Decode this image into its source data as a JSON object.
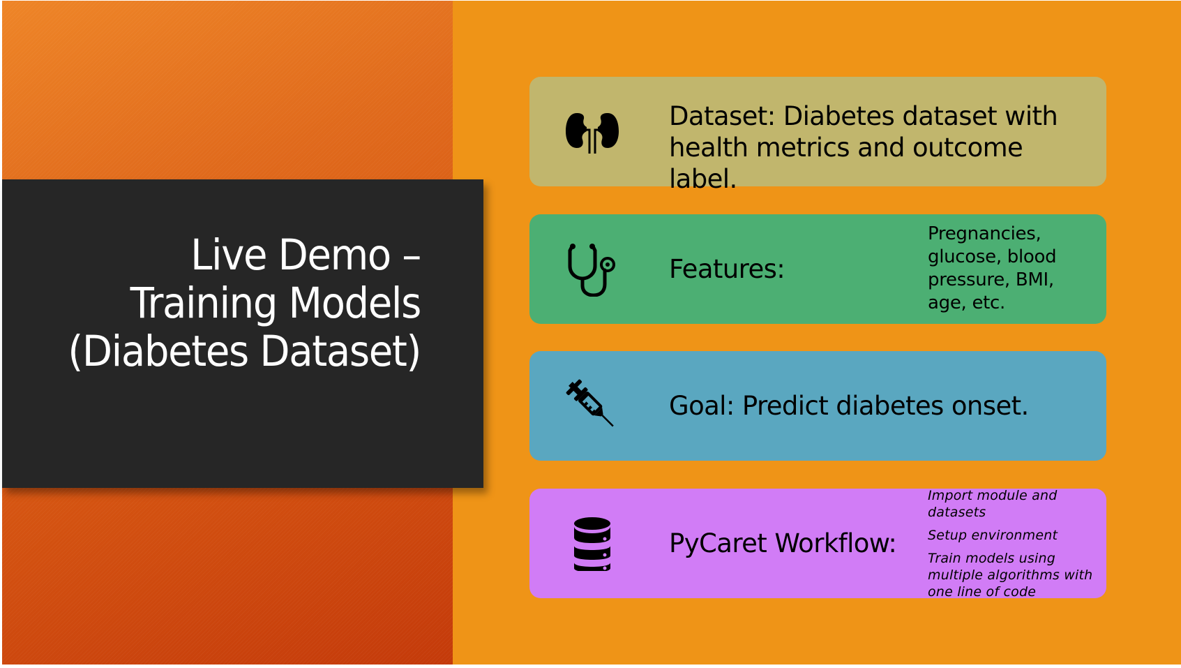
{
  "slide": {
    "title": "Live Demo – Training Models (Diabetes Dataset)",
    "colors": {
      "background": "#ef9417",
      "left_panel_gradient": [
        "#ee8527",
        "#c43a0a"
      ],
      "title_box": "#262626",
      "title_text": "#ffffff"
    },
    "cards": [
      {
        "icon": "kidneys-icon",
        "color": "#c1b66d",
        "text": "Dataset: Diabetes dataset with health metrics and outcome label."
      },
      {
        "icon": "stethoscope-icon",
        "color": "#4caf73",
        "text": "Features:",
        "detail": "Pregnancies, glucose, blood pressure, BMI, age, etc."
      },
      {
        "icon": "syringe-icon",
        "color": "#5aa7c0",
        "text": "Goal: Predict diabetes onset."
      },
      {
        "icon": "database-icon",
        "color": "#d17cf6",
        "text": "PyCaret Workflow:",
        "steps": [
          "Import module and datasets",
          "Setup environment",
          "Train models using multiple algorithms with one line of code"
        ]
      }
    ]
  }
}
